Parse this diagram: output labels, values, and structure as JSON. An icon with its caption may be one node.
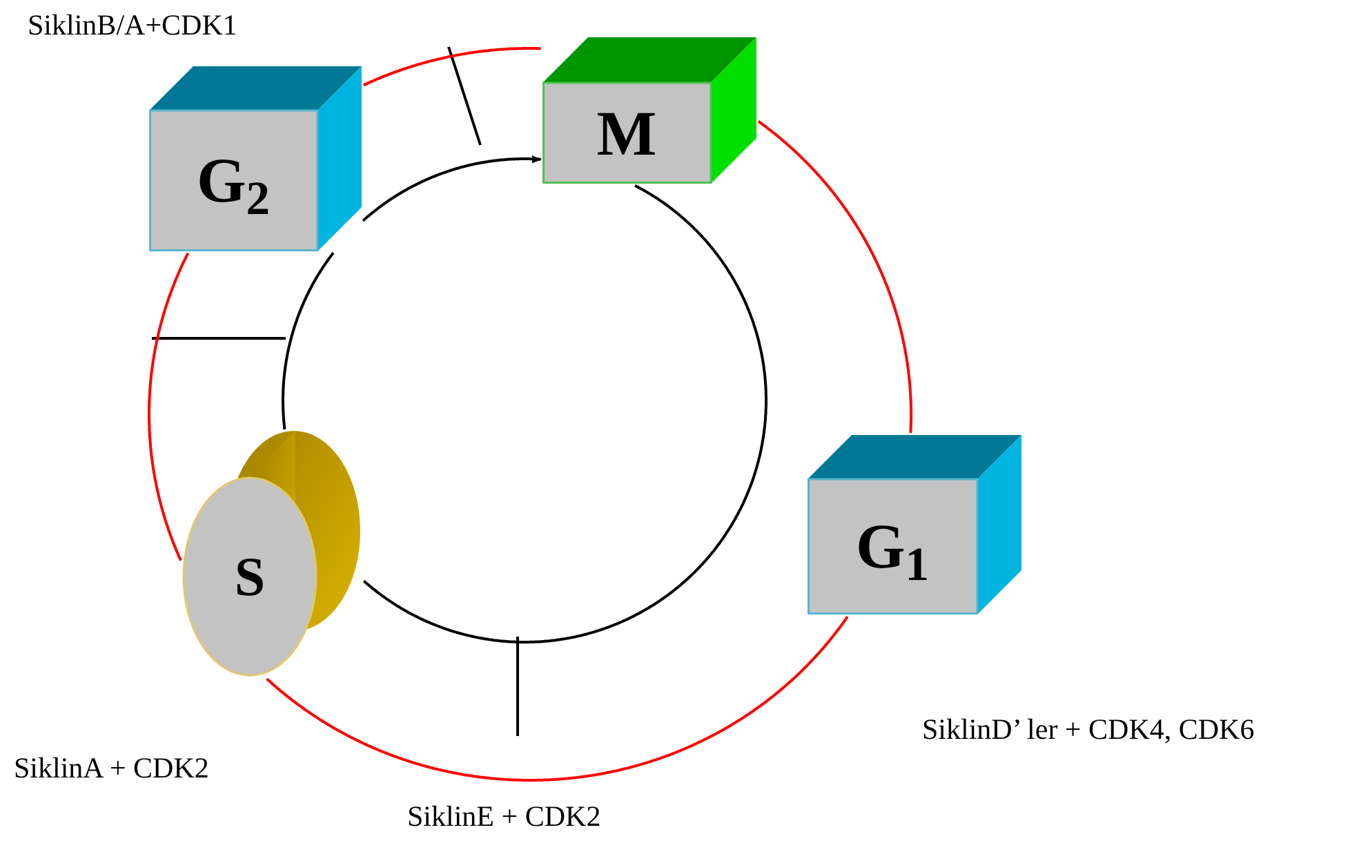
{
  "diagram": {
    "nodes": [
      {
        "text": [
          "G$_{2}$"
        ]
      },
      {
        "text": [
          "M"
        ]
      },
      {
        "text": [
          "G$_{1}$"
        ]
      },
      {
        "text": [
          "S"
        ]
      }
    ],
    "edges": [
      {
        "from": 0,
        "to": 1,
        "arrow": "none"
      },
      {
        "from": 1,
        "to": 2,
        "arrow": "none"
      },
      {
        "from": 2,
        "to": 3,
        "arrow": "none"
      },
      {
        "from": 3,
        "to": 0,
        "arrow": "none"
      },
      {
        "from": 0,
        "to": 1,
        "arrow": "to",
        "color": "#000000"
      },
      {
        "from": 1,
        "to": 3,
        "arrow": "none",
        "color": "#000000"
      },
      {
        "from": 3,
        "to": 0,
        "arrow": "none",
        "color": "#000000"
      }
    ],
    "labels": [
      "SiklinB/A+CDK1",
      "SiklinD’ ler + CDK4, CDK6",
      "SiklinA + CDK2",
      "SiklinE + CDK2"
    ]
  }
}
